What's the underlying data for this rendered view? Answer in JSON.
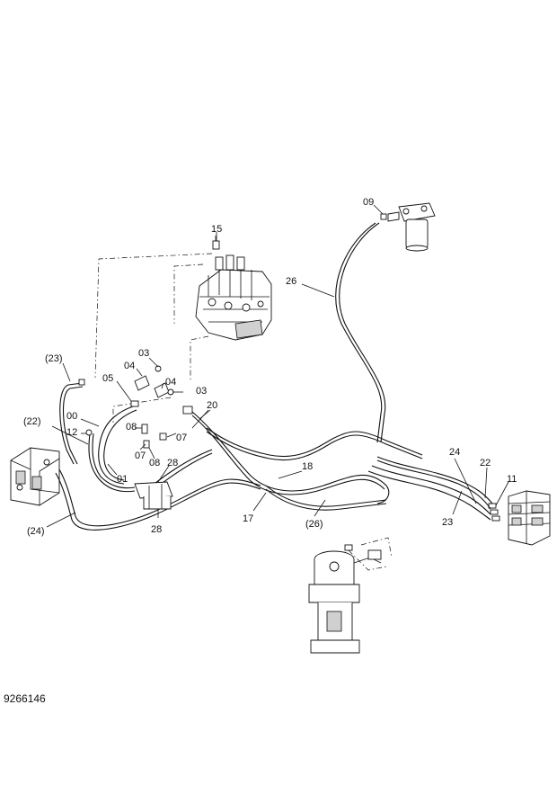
{
  "drawing_code": "9266146",
  "callouts": {
    "c15": "15",
    "c09": "09",
    "c26a": "26",
    "c23a": "(23)",
    "c03a": "03",
    "c04a": "04",
    "c05": "05",
    "c04b": "04",
    "c03b": "03",
    "c20": "20",
    "c00": "00",
    "c22a": "(22)",
    "c08a": "08",
    "c07a": "07",
    "c12": "12",
    "c07b": "07",
    "c08b": "08",
    "c28a": "28",
    "c01": "01",
    "c18": "18",
    "c17": "17",
    "c26b": "(26)",
    "c24a": "24",
    "c22b": "22",
    "c11": "11",
    "c23b": "23",
    "c24b": "(24)",
    "c28b": "28"
  }
}
